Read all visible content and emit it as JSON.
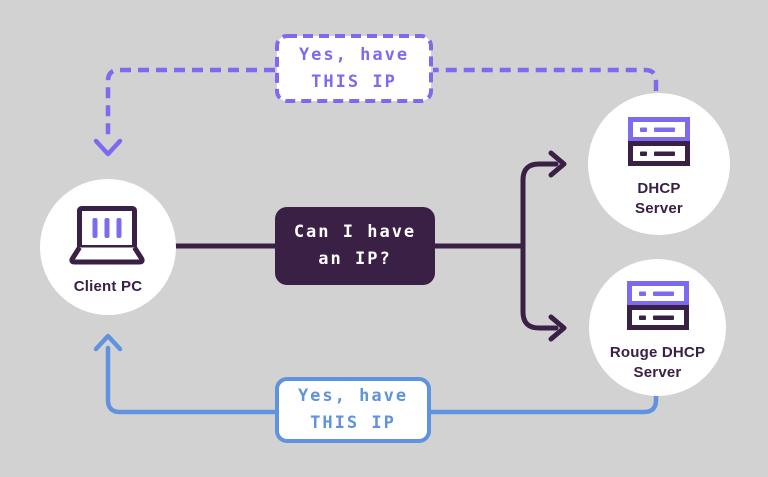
{
  "colors": {
    "bg": "#d3d2d3",
    "purple": "#7c6bee",
    "dark": "#392044",
    "blue": "#6093dd",
    "panel": "#ffffff"
  },
  "nodes": {
    "client": {
      "label": "Client PC",
      "icon": "laptop-icon"
    },
    "dhcp": {
      "label_line1": "DHCP",
      "label_line2": "Server",
      "icon": "server-icon"
    },
    "rogue": {
      "label_line1": "Rouge DHCP",
      "label_line2": "Server",
      "icon": "server-icon"
    }
  },
  "messages": {
    "request": {
      "line1": "Can I have",
      "line2": "an IP?"
    },
    "offer_dhcp": {
      "line1": "Yes, have",
      "line2": "THIS IP"
    },
    "offer_rogue": {
      "line1": "Yes, have",
      "line2": "THIS IP"
    }
  }
}
